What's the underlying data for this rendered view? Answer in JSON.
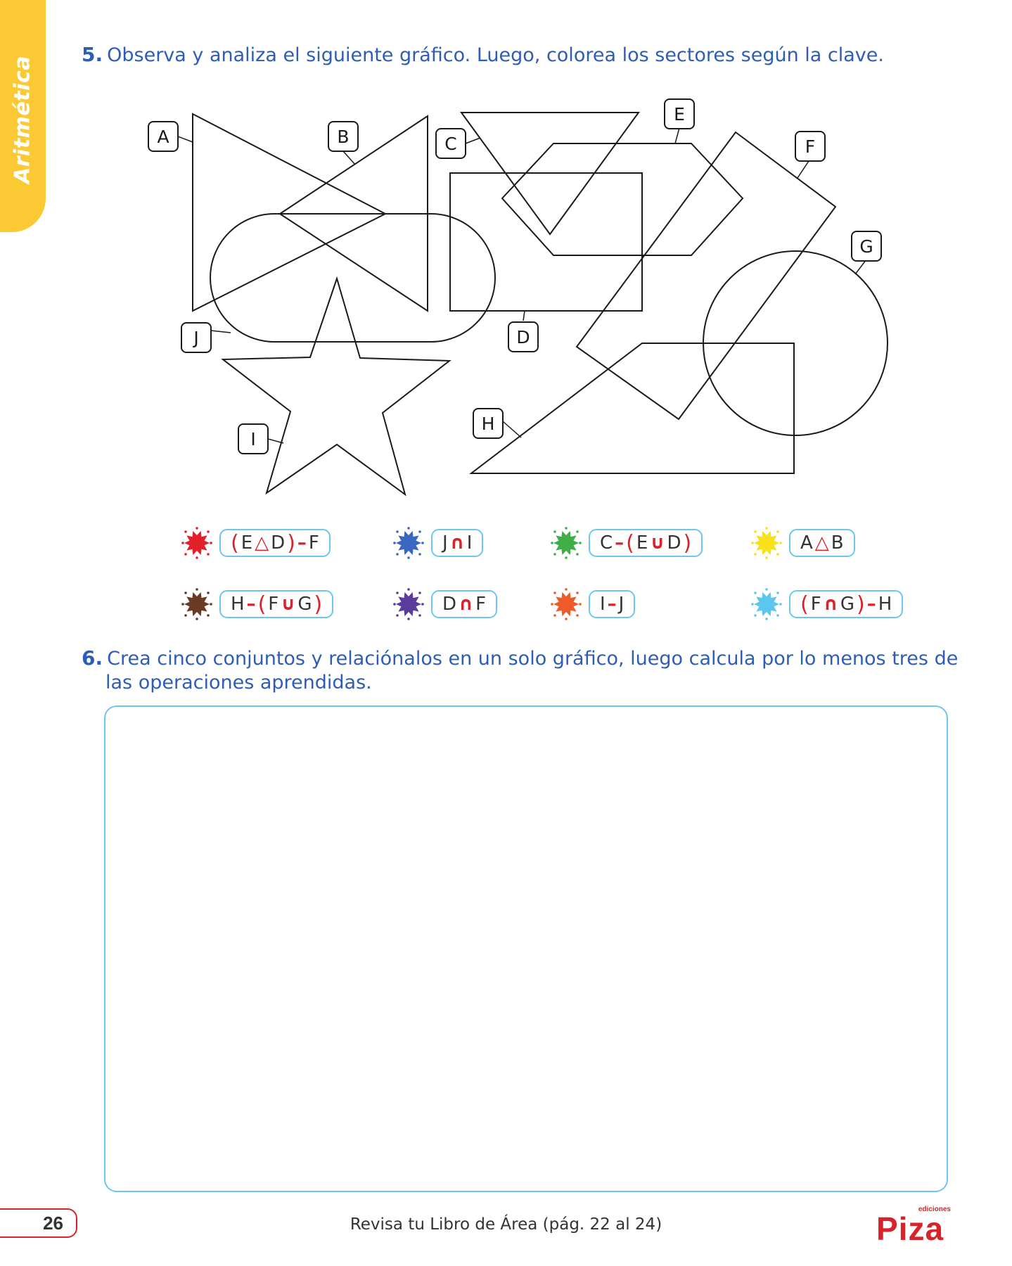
{
  "side_tab": {
    "label": "Aritmética"
  },
  "question5": {
    "number": "5.",
    "text": "Observa y analiza el siguiente gráfico. Luego, colorea los sectores según la clave."
  },
  "diagram": {
    "set_labels": [
      "A",
      "B",
      "C",
      "D",
      "E",
      "F",
      "G",
      "H",
      "I",
      "J"
    ]
  },
  "color_key": [
    {
      "color": "#e3202a",
      "tokens": [
        [
          "(",
          "p"
        ],
        [
          "E",
          "t"
        ],
        [
          "△",
          "o"
        ],
        [
          "D",
          "t"
        ],
        [
          ")",
          "p"
        ],
        [
          "–",
          "o"
        ],
        [
          "F",
          "t"
        ]
      ]
    },
    {
      "color": "#3a67c2",
      "tokens": [
        [
          "J",
          "t"
        ],
        [
          "∩",
          "o"
        ],
        [
          "I",
          "t"
        ]
      ]
    },
    {
      "color": "#3fae49",
      "tokens": [
        [
          "C",
          "t"
        ],
        [
          "–",
          "o"
        ],
        [
          "(",
          "p"
        ],
        [
          "E",
          "t"
        ],
        [
          "∪",
          "o"
        ],
        [
          "D",
          "t"
        ],
        [
          ")",
          "p"
        ]
      ]
    },
    {
      "color": "#f7e11a",
      "tokens": [
        [
          "A",
          "t"
        ],
        [
          "△",
          "o"
        ],
        [
          "B",
          "t"
        ]
      ]
    },
    {
      "color": "#6b3a24",
      "tokens": [
        [
          "H",
          "t"
        ],
        [
          "–",
          "o"
        ],
        [
          "(",
          "p"
        ],
        [
          "F",
          "t"
        ],
        [
          "∪",
          "o"
        ],
        [
          "G",
          "t"
        ],
        [
          ")",
          "p"
        ]
      ]
    },
    {
      "color": "#5a3c9c",
      "tokens": [
        [
          "D",
          "t"
        ],
        [
          "∩",
          "o"
        ],
        [
          "F",
          "t"
        ]
      ]
    },
    {
      "color": "#ef5a2b",
      "tokens": [
        [
          "I",
          "t"
        ],
        [
          "–",
          "o"
        ],
        [
          "J",
          "t"
        ]
      ]
    },
    {
      "color": "#5bc6ee",
      "tokens": [
        [
          "(",
          "p"
        ],
        [
          "F",
          "t"
        ],
        [
          "∩",
          "o"
        ],
        [
          "G",
          "t"
        ],
        [
          ")",
          "p"
        ],
        [
          "–",
          "o"
        ],
        [
          "H",
          "t"
        ]
      ]
    }
  ],
  "question6": {
    "number": "6.",
    "line1": "Crea cinco conjuntos y relaciónalos en un solo gráfico, luego calcula por lo menos tres de",
    "line2": "las operaciones aprendidas."
  },
  "footer": {
    "page_number": "26",
    "reference": "Revisa tu Libro de Área (pág. 22 al 24)",
    "logo_small": "ediciones",
    "logo_main": "Piza"
  }
}
